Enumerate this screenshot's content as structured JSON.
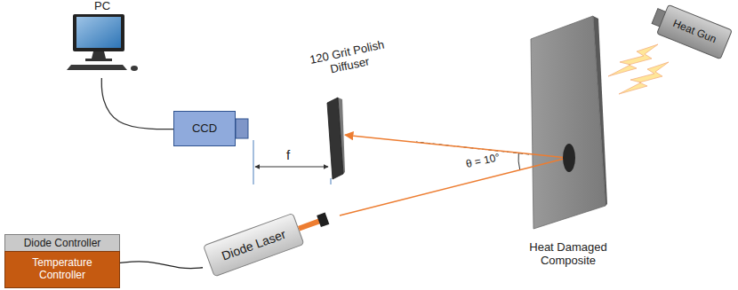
{
  "diagram": {
    "nodes": [
      {
        "text": [
          "PC"
        ]
      },
      {
        "text": [
          "CCD"
        ]
      },
      {
        "text": [
          "120 Grit Polish Diffuser"
        ]
      },
      {
        "text": [
          "Heat Damaged Composite"
        ]
      },
      {
        "text": [
          "Heat Gun"
        ]
      },
      {
        "text": [
          "Diode Laser"
        ]
      },
      {
        "text": [
          "Diode Controller"
        ]
      },
      {
        "text": [
          "Temperature Controller"
        ]
      }
    ],
    "edges": [
      {
        "from": 0,
        "to": 1,
        "arrow": "none"
      },
      {
        "from": 5,
        "to": 3,
        "arrow": "none"
      },
      {
        "from": 3,
        "to": 2,
        "arrow": "to"
      },
      {
        "from": 7,
        "to": 5,
        "arrow": "none"
      }
    ],
    "labels": [
      "f",
      "θ = 10°"
    ]
  }
}
